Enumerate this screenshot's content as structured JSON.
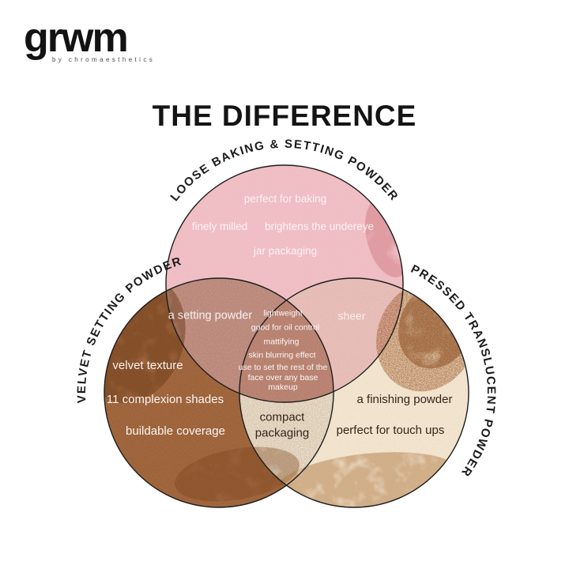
{
  "brand": {
    "name": "grwm",
    "tagline": "by chromaesthetics"
  },
  "title": "THE DIFFERENCE",
  "venn": {
    "circles": [
      {
        "label": "LOOSE BAKING & SETTING POWDER",
        "color": "#f3c3c9",
        "items": [
          "perfect for baking",
          "finely milled",
          "brightens the undereye",
          "jar packaging"
        ]
      },
      {
        "label": "VELVET SETTING POWDER",
        "color": "#a86d44",
        "items": [
          "velvet texture",
          "11 complexion shades",
          "buildable coverage"
        ]
      },
      {
        "label": "PRESSED TRANSLUCENT POWDER",
        "color": "#f6ead7",
        "items": [
          "a finishing powder",
          "perfect for touch ups"
        ]
      }
    ],
    "overlaps": {
      "loose_velvet": {
        "label": "a setting powder",
        "color": "#ca9a8e"
      },
      "loose_pressed": {
        "label": "sheer",
        "color": "#edc5c3"
      },
      "velvet_pressed": {
        "label": "compact packaging",
        "color": "#f7efdf"
      },
      "center": {
        "color": "#c58d80",
        "items": [
          "lightweight",
          "good for oil control",
          "mattifying",
          "skin blurring effect",
          "use to set the rest of the face over any base makeup"
        ]
      }
    }
  }
}
